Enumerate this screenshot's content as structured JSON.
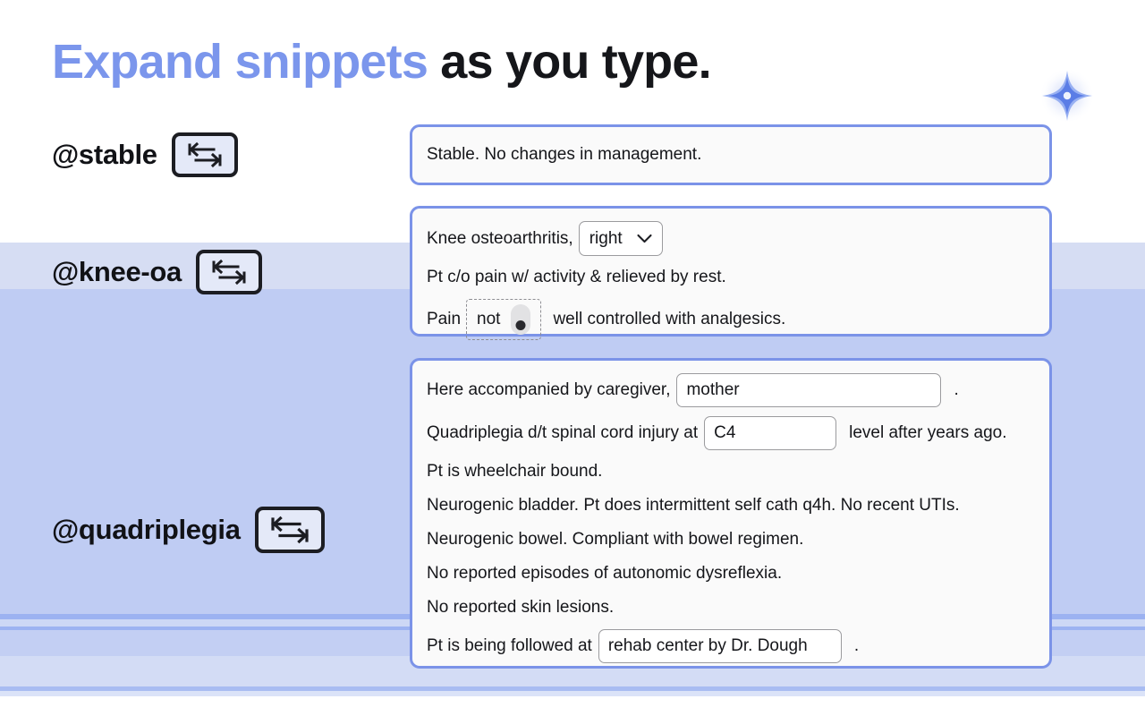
{
  "heading": {
    "highlight": "Expand snippets",
    "rest": " as you type."
  },
  "decoration": {
    "sparkle_icon": "sparkle-icon"
  },
  "triggers": [
    {
      "label": "@stable",
      "key_icon": "tab-key-icon"
    },
    {
      "label": "@knee-oa",
      "key_icon": "tab-key-icon"
    },
    {
      "label": "@quadriplegia",
      "key_icon": "tab-key-icon"
    }
  ],
  "snippets": {
    "stable": {
      "text": "Stable. No changes in management."
    },
    "knee_oa": {
      "line1_before": "Knee osteoarthritis,",
      "laterality_select": {
        "value": "right",
        "icon": "chevron-down-icon"
      },
      "line2": "Pt c/o pain w/ activity & relieved by rest.",
      "line3_before": "Pain",
      "negation_toggle": {
        "label": "not",
        "state": "off"
      },
      "line3_after": "well controlled with analgesics."
    },
    "quadriplegia": {
      "line1_before": "Here accompanied by caregiver,",
      "caregiver_value": "mother",
      "line1_after": ".",
      "line2_before": "Quadriplegia d/t spinal cord injury at",
      "level_value": "C4",
      "line2_after": "level after years ago.",
      "line3": "Pt is wheelchair bound.",
      "line4": "Neurogenic bladder. Pt does intermittent self cath q4h. No recent UTIs.",
      "line5": "Neurogenic bowel. Compliant with bowel regimen.",
      "line6": "No reported episodes of autonomic dysreflexia.",
      "line7": "No reported skin lesions.",
      "line8_before": "Pt is being followed at",
      "facility_value": "rehab center by Dr. Dough",
      "line8_after": "."
    }
  },
  "colors": {
    "heading_accent": "#7b96ec",
    "panel_border": "#7b93e8",
    "panel_background": "#fafafa",
    "background_band_light": "#d6ddf3",
    "background_band_main": "#bfccf3",
    "input_border": "#9b9b9e",
    "text": "#15161a"
  }
}
